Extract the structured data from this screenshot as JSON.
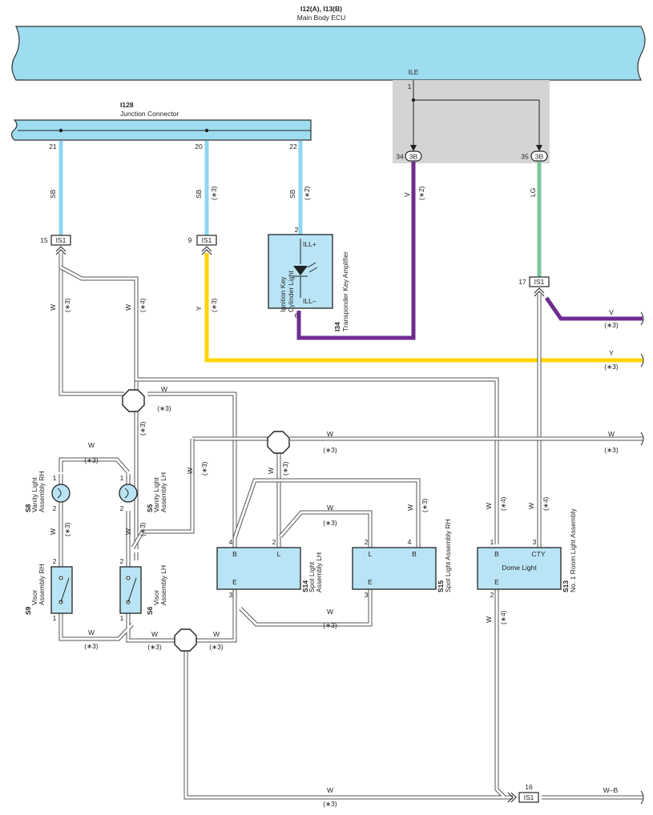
{
  "main_ecu": {
    "code": "I12(A), I13(B)",
    "name": "Main Body ECU",
    "pin_ile": "ILE",
    "pin1": "1"
  },
  "junction": {
    "code": "I128",
    "name": "Junction Connector",
    "pins": [
      "21",
      "20",
      "22"
    ]
  },
  "ecu_pins": {
    "p34": "34",
    "p35": "35",
    "conn": "3B"
  },
  "amp": {
    "code": "I34",
    "name": "Transponder Key Amplifier",
    "inner": [
      "Ignition Key",
      "Cylinder Light"
    ],
    "ill_plus": "ILL+",
    "ill_minus": "ILL–",
    "pin2": "2",
    "pin6": "6"
  },
  "connectors": {
    "is1": "IS1",
    "p15": "15",
    "p9": "9",
    "p17": "17",
    "p16": "16"
  },
  "wires": {
    "sb": "SB",
    "v": "V",
    "lg": "LG",
    "y": "Y",
    "w": "W",
    "wb": "W–B",
    "n2": "(∗2)",
    "n3": "(∗3)",
    "n4": "(∗4)"
  },
  "s8": {
    "code": "S8",
    "l1": "Vanity Light",
    "l2": "Assembly RH",
    "p1": "1",
    "p2": "2"
  },
  "s5": {
    "code": "S5",
    "l1": "Vanity Light",
    "l2": "Assembly LH",
    "p1": "1",
    "p2": "2"
  },
  "s9": {
    "code": "S9",
    "l1": "Visor",
    "l2": "Assembly RH",
    "p1": "1",
    "p2": "2"
  },
  "s6": {
    "code": "S6",
    "l1": "Visor",
    "l2": "Assembly LH",
    "p1": "1",
    "p2": "2"
  },
  "s14": {
    "code": "S14",
    "l1": "Spot Light",
    "l2": "Assembly LH",
    "b": "B",
    "l": "L",
    "e": "E",
    "p4": "4",
    "p2": "2",
    "p3": "3"
  },
  "s15": {
    "code": "S15",
    "l1": "Spot Light Assembly RH",
    "l": "L",
    "b": "B",
    "e": "E",
    "p2": "2",
    "p4": "4",
    "p3": "3"
  },
  "s13": {
    "code": "S13",
    "l1": "No. 1 Room Light Assembly",
    "inner": "Dome Light",
    "b": "B",
    "cty": "CTY",
    "e": "E",
    "p1": "1",
    "p3": "3",
    "p2": "2"
  }
}
